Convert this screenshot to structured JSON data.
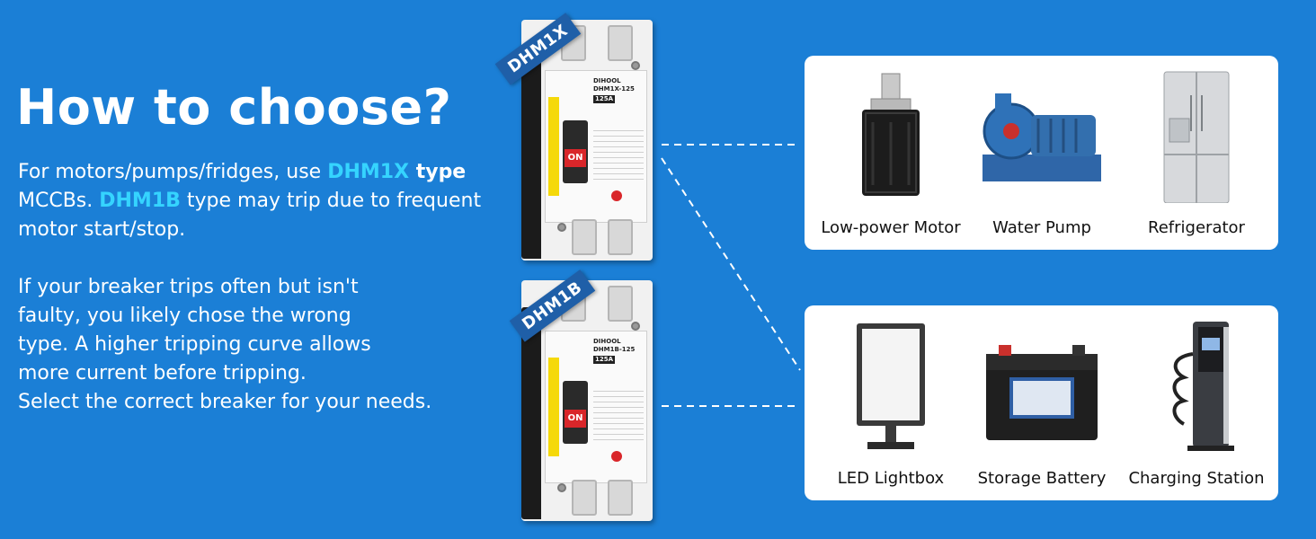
{
  "headline": "How to choose?",
  "para1": {
    "t1": "For motors/pumps/fridges, use ",
    "hl1": "DHM1X",
    "t2": " type",
    "t3": "MCCBs. ",
    "hl2": "DHM1B",
    "t4": " type may trip due to frequent motor start/stop."
  },
  "para2": {
    "l1": "If your breaker trips often but isn't",
    "l2": "faulty,  you likely chose the wrong",
    "l3": "type. A higher tripping curve allows",
    "l4": "more current before tripping.",
    "l5": "Select the correct breaker for your needs."
  },
  "breakers": [
    {
      "tag": "DHM1X",
      "brand": "DIHOOL",
      "model": "DHM1X-125",
      "rating": "125A",
      "on": "ON"
    },
    {
      "tag": "DHM1B",
      "brand": "DIHOOL",
      "model": "DHM1B-125",
      "rating": "125A",
      "on": "ON"
    }
  ],
  "card1": [
    {
      "label": "Low-power Motor",
      "icon": "motor-icon"
    },
    {
      "label": "Water Pump",
      "icon": "water-pump-icon"
    },
    {
      "label": "Refrigerator",
      "icon": "refrigerator-icon"
    }
  ],
  "card2": [
    {
      "label": "LED Lightbox",
      "icon": "lightbox-icon"
    },
    {
      "label": "Storage Battery",
      "icon": "battery-icon"
    },
    {
      "label": "Charging Station",
      "icon": "charging-station-icon"
    }
  ],
  "colors": {
    "background": "#1b7fd6",
    "highlight": "#35d4ff",
    "tag": "#1f5fa8"
  }
}
